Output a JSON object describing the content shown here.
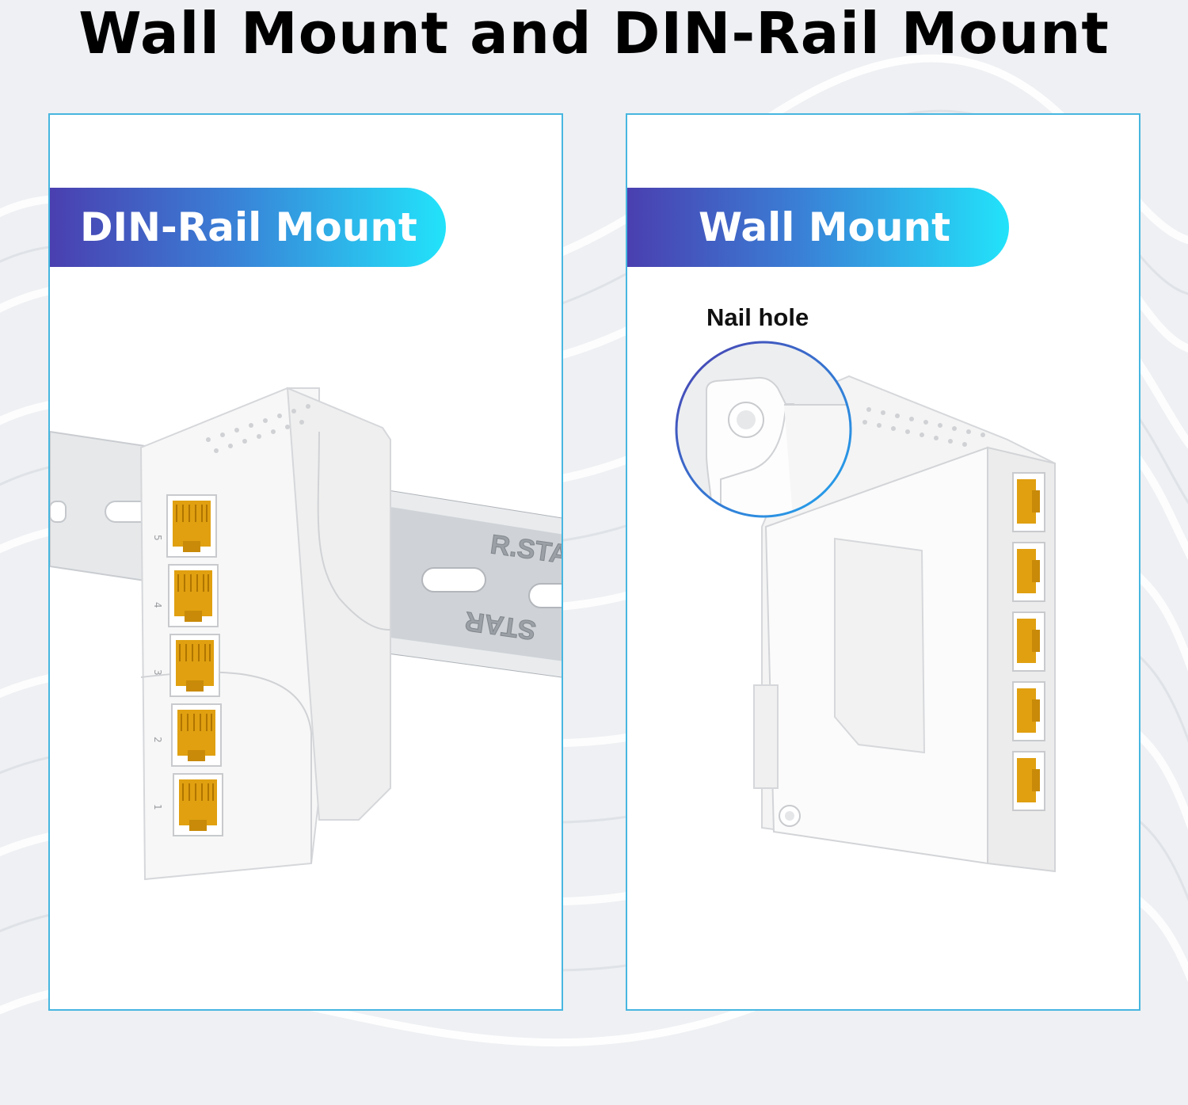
{
  "page": {
    "title": "Wall Mount and DIN-Rail Mount"
  },
  "panels": [
    {
      "banner": "DIN-Rail Mount",
      "rail_text": [
        "R.STA",
        "STAR"
      ],
      "port_labels": [
        "5",
        "4",
        "3",
        "2",
        "1"
      ]
    },
    {
      "banner": "Wall Mount",
      "callout": "Nail hole"
    }
  ],
  "colors": {
    "panel_border": "#47b6e0",
    "banner_start": "#4a3fb0",
    "banner_end": "#22e3fa",
    "port_gold": "#e0a010",
    "device_white": "#ffffff"
  },
  "icons": [
    "switch-device-image",
    "din-rail-image",
    "nail-hole-callout"
  ]
}
